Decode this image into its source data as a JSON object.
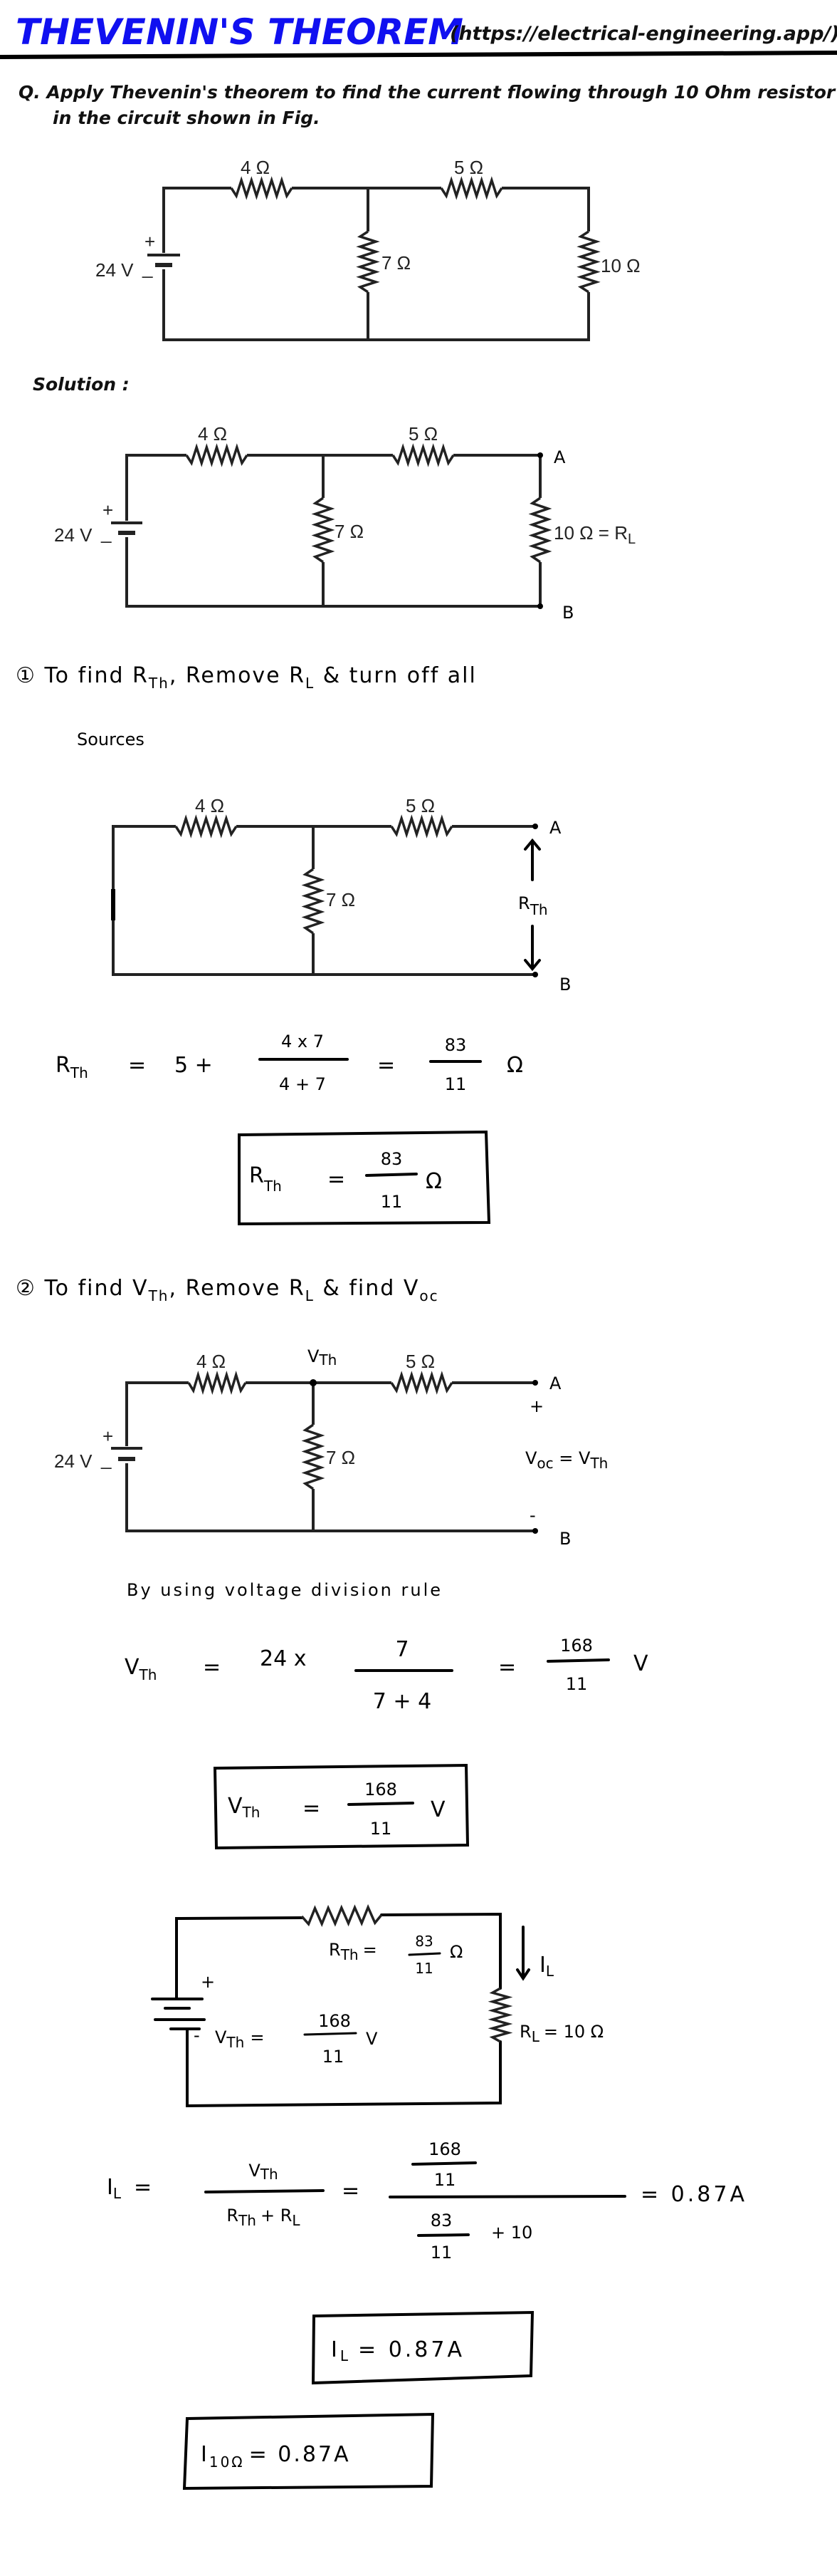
{
  "header": {
    "title": "THEVENIN'S THEOREM",
    "url": "(https://electrical-engineering.app/)"
  },
  "question": {
    "line1": "Q. Apply Thevenin's theorem to find the current flowing through 10 Ohm resistor",
    "line2": "in the circuit shown in Fig."
  },
  "labels": {
    "r4": "4 Ω",
    "r5": "5 Ω",
    "r7": "7 Ω",
    "r10": "10 Ω",
    "source": "24 V",
    "plus": "+",
    "minus": "_"
  },
  "solution_label": "Solution :",
  "circuit2": {
    "rl_eq": "10 Ω = R",
    "rl_sub": "L",
    "node_a": "A",
    "node_b": "B"
  },
  "step1": {
    "number": "①",
    "text_a": "To find R",
    "sub_th": "Th",
    "text_b": ",  Remove R",
    "sub_l": "L",
    "text_c": "& turn off all",
    "line2": "Sources",
    "rth_label": "R",
    "rth_sub": "Th",
    "eq_lhs": "R",
    "eq_lhs_sub": "Th",
    "eq_sign": "=",
    "eq_term": "5 +",
    "eq_num": "4 x 7",
    "eq_den": "4 + 7",
    "eq_sign2": "=",
    "res_num": "83",
    "res_den": "11",
    "unit": "Ω",
    "box_lhs": "R",
    "box_sub": "Th",
    "box_eq": "=",
    "box_num": "83",
    "box_den": "11",
    "box_unit": "Ω"
  },
  "step2": {
    "number": "②",
    "text_a": "To find V",
    "sub_th": "Th",
    "text_b": ",  Remove R",
    "sub_l": "L",
    "text_c": "& find V",
    "sub_oc": "oc",
    "vth_node": "V",
    "vth_node_sub": "Th",
    "plus": "+",
    "minus": "-",
    "voc_text": "V",
    "voc_sub": "oc",
    "voc_eq": "= V",
    "voc_sub2": "Th",
    "rule": "By using voltage division rule",
    "eq_lhs": "V",
    "eq_lhs_sub": "Th",
    "eq_sign": "=",
    "eq_term": "24 x",
    "eq_num": "7",
    "eq_den": "7 + 4",
    "eq_sign2": "=",
    "res_num": "168",
    "res_den": "11",
    "unit": "V",
    "box_lhs": "V",
    "box_sub": "Th",
    "box_eq": "=",
    "box_num": "168",
    "box_den": "11",
    "box_unit": "V"
  },
  "equivalent": {
    "rth": "R",
    "rth_sub": "Th",
    "rth_eq": "=",
    "rth_num": "83",
    "rth_den": "11",
    "rth_unit": "Ω",
    "il": "I",
    "il_sub": "L",
    "plus": "+",
    "minus": "-",
    "vth": "V",
    "vth_sub": "Th",
    "vth_eq": "=",
    "vth_num": "168",
    "vth_den": "11",
    "vth_unit": "V",
    "rl": "R",
    "rl_sub": "L",
    "rl_eq": "= 10 Ω"
  },
  "current": {
    "lhs": "I",
    "lhs_sub": "L",
    "eq1": "=",
    "f_num": "V",
    "f_num_sub": "Th",
    "f_den_a": "R",
    "f_den_a_sub": "Th",
    "f_den_b": "+ R",
    "f_den_b_sub": "L",
    "eq2": "=",
    "n_num": "168",
    "n_den": "11",
    "d_num": "83",
    "d_den": "11",
    "d_plus": "+ 10",
    "result": "= 0.87A",
    "box1_lhs": "I",
    "box1_sub": "L",
    "box1_val": "= 0.87A",
    "box2_lhs": "I",
    "box2_sub": "10Ω",
    "box2_val": "= 0.87A"
  }
}
